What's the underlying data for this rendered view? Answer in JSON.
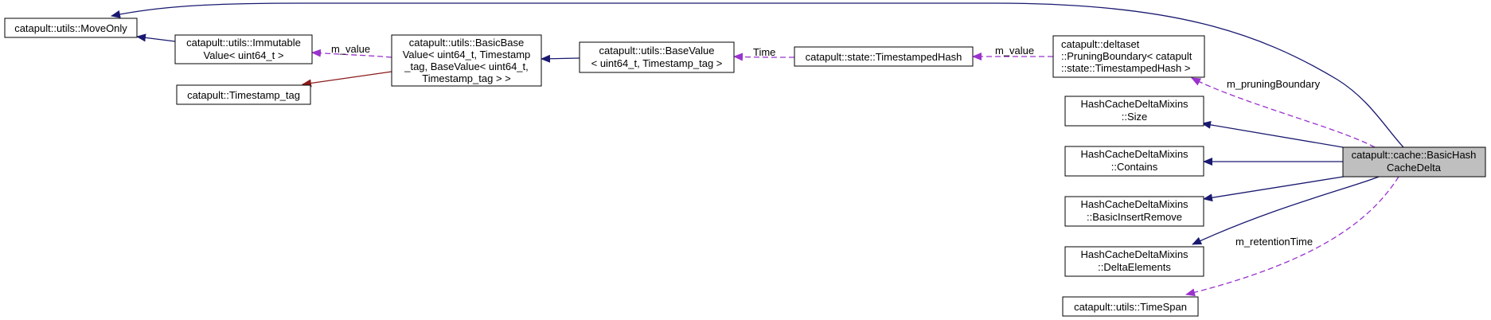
{
  "colors": {
    "inheritance": "#191970",
    "usage": "#9a32cd",
    "template": "#8b1a1a",
    "node_border": "#000000",
    "node_fill": "#ffffff",
    "highlight_fill": "#bfbfbf"
  },
  "nodes": {
    "move_only": {
      "lines": [
        "catapult::utils::MoveOnly"
      ]
    },
    "immutable_value": {
      "lines": [
        "catapult::utils::Immutable",
        "Value< uint64_t >"
      ]
    },
    "timestamp_tag": {
      "lines": [
        "catapult::Timestamp_tag"
      ]
    },
    "basic_base_value": {
      "lines": [
        "catapult::utils::BasicBase",
        "Value< uint64_t, Timestamp",
        "_tag, BaseValue< uint64_t,",
        "Timestamp_tag > >"
      ]
    },
    "base_value": {
      "lines": [
        "catapult::utils::BaseValue",
        "< uint64_t, Timestamp_tag >"
      ]
    },
    "timestamped_hash": {
      "lines": [
        "catapult::state::TimestampedHash"
      ]
    },
    "pruning_boundary": {
      "lines": [
        "catapult::deltaset",
        "::PruningBoundary< catapult",
        "::state::TimestampedHash >"
      ]
    },
    "mixin_size": {
      "lines": [
        "HashCacheDeltaMixins",
        "::Size"
      ]
    },
    "mixin_contains": {
      "lines": [
        "HashCacheDeltaMixins",
        "::Contains"
      ]
    },
    "mixin_basic_insert_remove": {
      "lines": [
        "HashCacheDeltaMixins",
        "::BasicInsertRemove"
      ]
    },
    "mixin_delta_elements": {
      "lines": [
        "HashCacheDeltaMixins",
        "::DeltaElements"
      ]
    },
    "time_span": {
      "lines": [
        "catapult::utils::TimeSpan"
      ]
    },
    "basic_hash_cache_delta": {
      "lines": [
        "catapult::cache::BasicHash",
        "CacheDelta"
      ]
    }
  },
  "edge_labels": {
    "immutable_m_value": "m_value",
    "time": "Time",
    "hash_m_value": "m_value",
    "pruning_boundary": "m_pruningBoundary",
    "retention_time": "m_retentionTime"
  }
}
